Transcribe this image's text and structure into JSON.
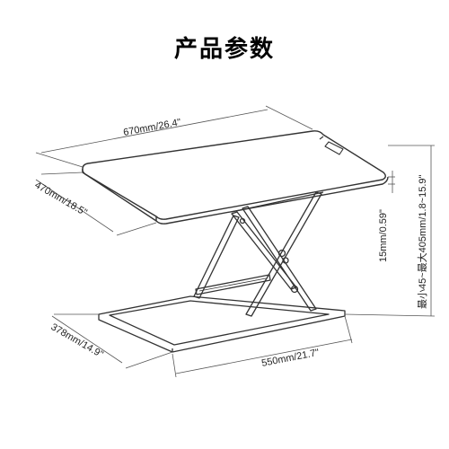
{
  "title": "产品参数",
  "dimensions": {
    "top_width": "670mm/26.4\"",
    "top_depth": "470mm/18.5\"",
    "thickness": "15mm/0.59\"",
    "height_range": "最小45~最大405mm/1.8~15.9\"",
    "base_depth": "378mm/14.9\"",
    "base_width": "550mm/21.7\""
  },
  "colors": {
    "line": "#333333",
    "dim_line": "#555555",
    "text": "#222222"
  }
}
